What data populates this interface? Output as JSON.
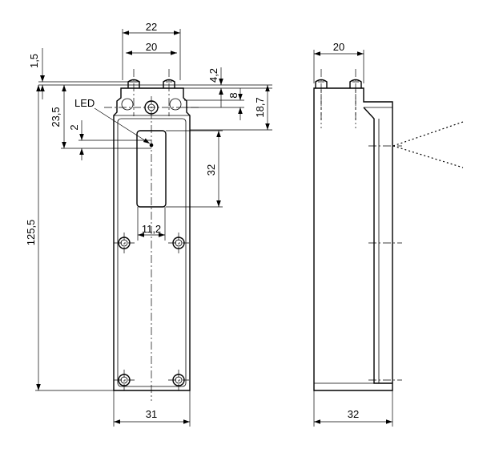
{
  "dimensions": {
    "front_width_top_outer": "22",
    "front_width_top_inner": "20",
    "front_offset_top": "1,5",
    "front_top_to_hole": "4,2",
    "front_hole_height": "8",
    "front_top_block": "18,7",
    "front_led_height": "23,5",
    "front_led_offset": "2",
    "front_window_height": "32",
    "front_hole_spacing": "11,2",
    "front_total_height": "125,5",
    "front_width_bottom": "31",
    "side_width_top": "20",
    "side_width_bottom": "32"
  },
  "labels": {
    "led": "LED"
  }
}
